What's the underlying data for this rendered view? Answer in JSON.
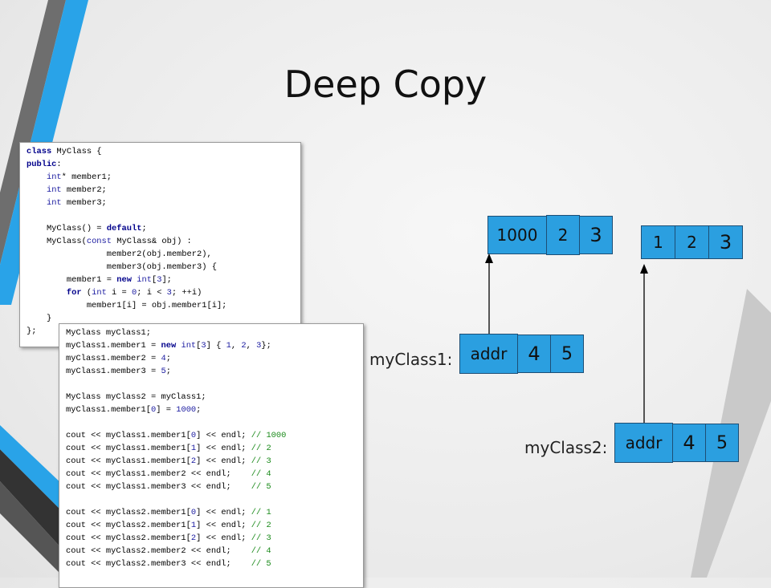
{
  "title": "Deep Copy",
  "code_class": [
    "class MyClass {",
    "public:",
    "    int* member1;",
    "    int member2;",
    "    int member3;",
    "",
    "    MyClass() = default;",
    "    MyClass(const MyClass& obj) :",
    "                member2(obj.member2),",
    "                member3(obj.member3) {",
    "        member1 = new int[3];",
    "        for (int i = 0; i < 3; ++i)",
    "            member1[i] = obj.member1[i];",
    "    }",
    "};"
  ],
  "code_main": [
    "MyClass myClass1;",
    "myClass1.member1 = new int[3] { 1, 2, 3};",
    "myClass1.member2 = 4;",
    "myClass1.member3 = 5;",
    "",
    "MyClass myClass2 = myClass1;",
    "myClass1.member1[0] = 1000;",
    "",
    "cout << myClass1.member1[0] << endl; // 1000",
    "cout << myClass1.member1[1] << endl; // 2",
    "cout << myClass1.member1[2] << endl; // 3",
    "cout << myClass1.member2 << endl;    // 4",
    "cout << myClass1.member3 << endl;    // 5",
    "",
    "cout << myClass2.member1[0] << endl; // 1",
    "cout << myClass2.member1[1] << endl; // 2",
    "cout << myClass2.member1[2] << endl; // 3",
    "cout << myClass2.member2 << endl;    // 4",
    "cout << myClass2.member3 << endl;    // 5"
  ],
  "diagram": {
    "array1": [
      "1000",
      "2",
      "3"
    ],
    "array2": [
      "1",
      "2",
      "3"
    ],
    "obj1": {
      "label": "myClass1:",
      "cells": [
        "addr",
        "4",
        "5"
      ]
    },
    "obj2": {
      "label": "myClass2:",
      "cells": [
        "addr",
        "4",
        "5"
      ]
    }
  },
  "colors": {
    "cell_fill": "#2b9fe0",
    "stripe_blue": "#29a3e8",
    "stripe_dark": "#3a3a3a"
  }
}
